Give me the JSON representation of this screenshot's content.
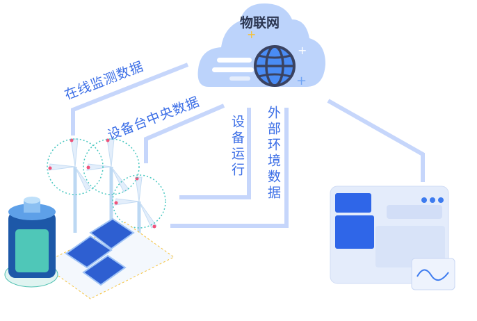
{
  "cloud": {
    "title": "物联网",
    "color": "#bcd3fb"
  },
  "labels": {
    "online_monitoring": "在线监测数据",
    "device_central": "设备台中央数据",
    "device_running": "设备运行",
    "external_env": "外部环境数据"
  },
  "colors": {
    "line": "#c6d6fb",
    "text": "#3b6ee6",
    "globe": "#4a8cf5"
  }
}
